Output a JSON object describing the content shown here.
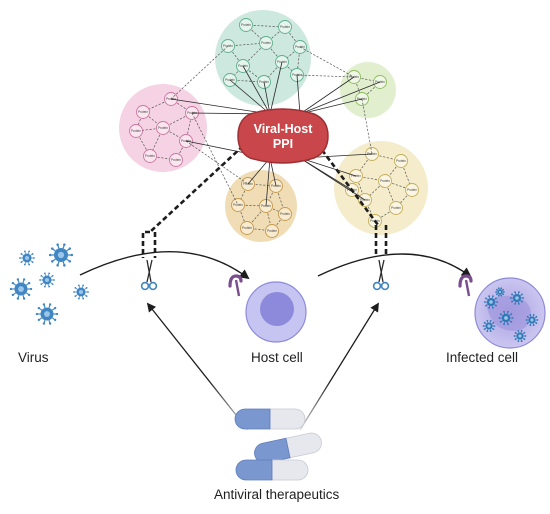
{
  "center_node": {
    "line1": "Viral-Host",
    "line2": "PPI"
  },
  "node_label": "Protein",
  "labels": {
    "virus": "Virus",
    "host_cell": "Host cell",
    "infected_cell": "Infected cell",
    "antiviral": "Antiviral therapeutics"
  },
  "colors": {
    "ppi_red": "#c9474a",
    "cluster_teal": "#cde8de",
    "cluster_pink": "#f5d2e4",
    "cluster_yellow": "#f4eccb",
    "cluster_tan": "#f0ddb5",
    "cluster_green": "#e2efcf",
    "virus_blue": "#3f86c2",
    "cell_purple": "#a7a5e6",
    "receptor_purple": "#7a4d8e",
    "pill_blue": "#7b97cf"
  },
  "icons": [
    "virus-icon",
    "scissors-icon",
    "receptor-icon",
    "host-cell-icon",
    "infected-cell-icon",
    "capsule-icon"
  ]
}
